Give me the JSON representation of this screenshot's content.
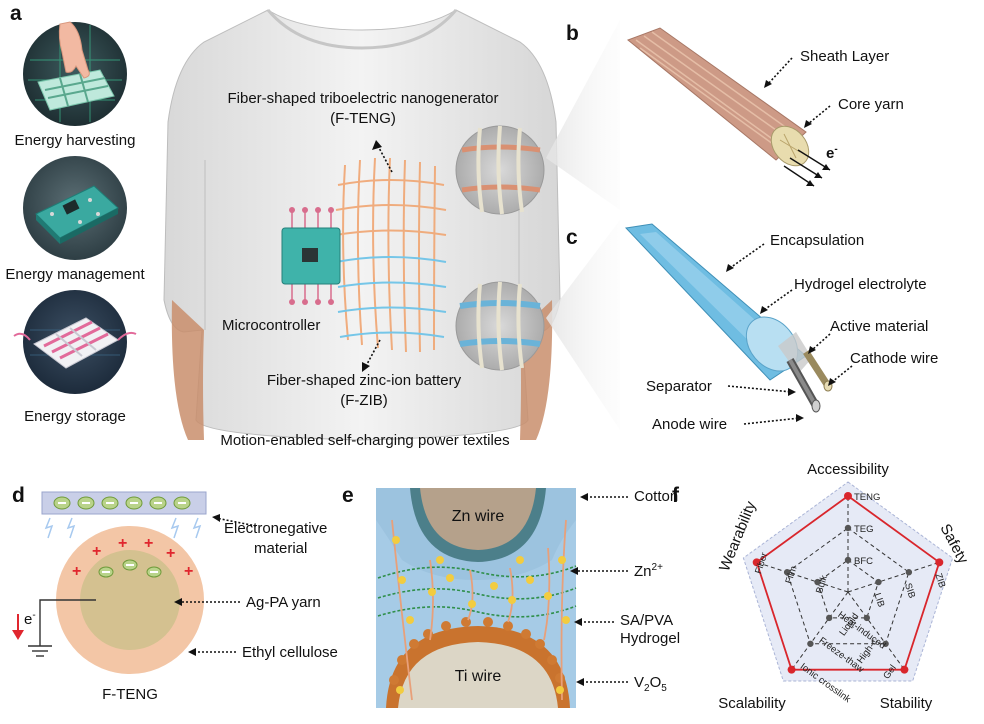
{
  "panels": {
    "a": "a",
    "b": "b",
    "c": "c",
    "d": "d",
    "e": "e",
    "f": "f"
  },
  "panel_a": {
    "energy_harvesting": "Energy harvesting",
    "energy_management": "Energy management",
    "energy_storage": "Energy storage",
    "teng_title": "Fiber-shaped triboelectric nanogenerator",
    "teng_abbr": "(F-TENG)",
    "microcontroller": "Microcontroller",
    "zib_title": "Fiber-shaped zinc-ion battery",
    "zib_abbr": "(F-ZIB)",
    "caption": "Motion-enabled self-charging power textiles"
  },
  "panel_b": {
    "sheath": "Sheath Layer",
    "core": "Core yarn",
    "electron": "e",
    "electron_sup": "-"
  },
  "panel_c": {
    "encapsulation": "Encapsulation",
    "hydrogel": "Hydrogel electrolyte",
    "active": "Active material",
    "cathode": "Cathode wire",
    "separator": "Separator",
    "anode": "Anode wire"
  },
  "panel_d": {
    "electronegative_1": "Electronegative",
    "electronegative_2": "material",
    "agpa": "Ag-PA yarn",
    "ethyl": "Ethyl cellulose",
    "caption": "F-TENG",
    "electron": "e",
    "electron_sup": "-"
  },
  "panel_e": {
    "zn_wire": "Zn wire",
    "ti_wire": "Ti wire",
    "cotton": "Cotton",
    "zn_ion": "Zn",
    "zn_ion_sup": "2+",
    "sapva_1": "SA/PVA",
    "sapva_2": "Hydrogel",
    "v2o5_v": "V",
    "v2o5_sub1": "2",
    "v2o5_o": "O",
    "v2o5_sub2": "5"
  },
  "panel_f": {
    "axes": [
      "Accessibility",
      "Safety",
      "Stability",
      "Scalability",
      "Wearability"
    ],
    "ring_labels": {
      "accessibility": [
        "TENG",
        "TEG",
        "BFC"
      ],
      "safety": [
        "ZIB",
        "SIB",
        "LIB"
      ],
      "stability": [
        "Gel",
        "High-c",
        "Liquid"
      ],
      "scalability": [
        "Ionic crosslink",
        "Freeze-thaw",
        "Heat-induced"
      ],
      "wearability": [
        "Fiber",
        "Film",
        "Bulk"
      ]
    },
    "highlight_level": 3,
    "colors": {
      "highlight": "#d9262c",
      "grid": "#333333",
      "fill": "#e6eaf6"
    }
  }
}
